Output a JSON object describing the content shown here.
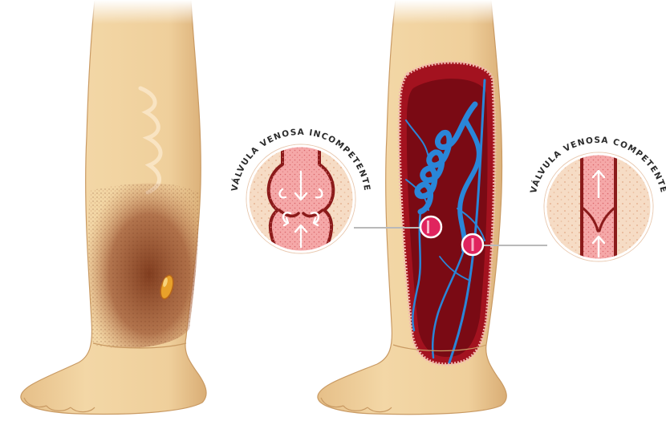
{
  "callouts": {
    "incompetent_valve": {
      "label": "VÁLVULA VENOSA INCOMPETENTE",
      "flow_arrows": [
        "up",
        "down",
        "swirl-left",
        "swirl-right"
      ]
    },
    "competent_valve": {
      "label": "VÁLVULA VENOSA COMPETENTE",
      "flow_arrows": [
        "up",
        "up"
      ]
    }
  },
  "figures": {
    "left_leg": {
      "condition": "venous-stasis-ulcer"
    },
    "right_leg": {
      "condition": "varicose-veins-cutaway"
    }
  },
  "colors": {
    "skin": "#f1d3a0",
    "skin_shadow": "#dcb27c",
    "stasis_stain": "#8a4a2a",
    "ulcer": "#e8a12a",
    "blood_dark": "#7a0a14",
    "blood": "#a3121f",
    "vein": "#2a86d8",
    "magnifier_bg": "#f6dcc5",
    "vessel_wall": "#8b1a1a",
    "vessel_lumen": "#f5a8a8",
    "marker": "#e0245e",
    "connector": "#b9b9b9"
  }
}
